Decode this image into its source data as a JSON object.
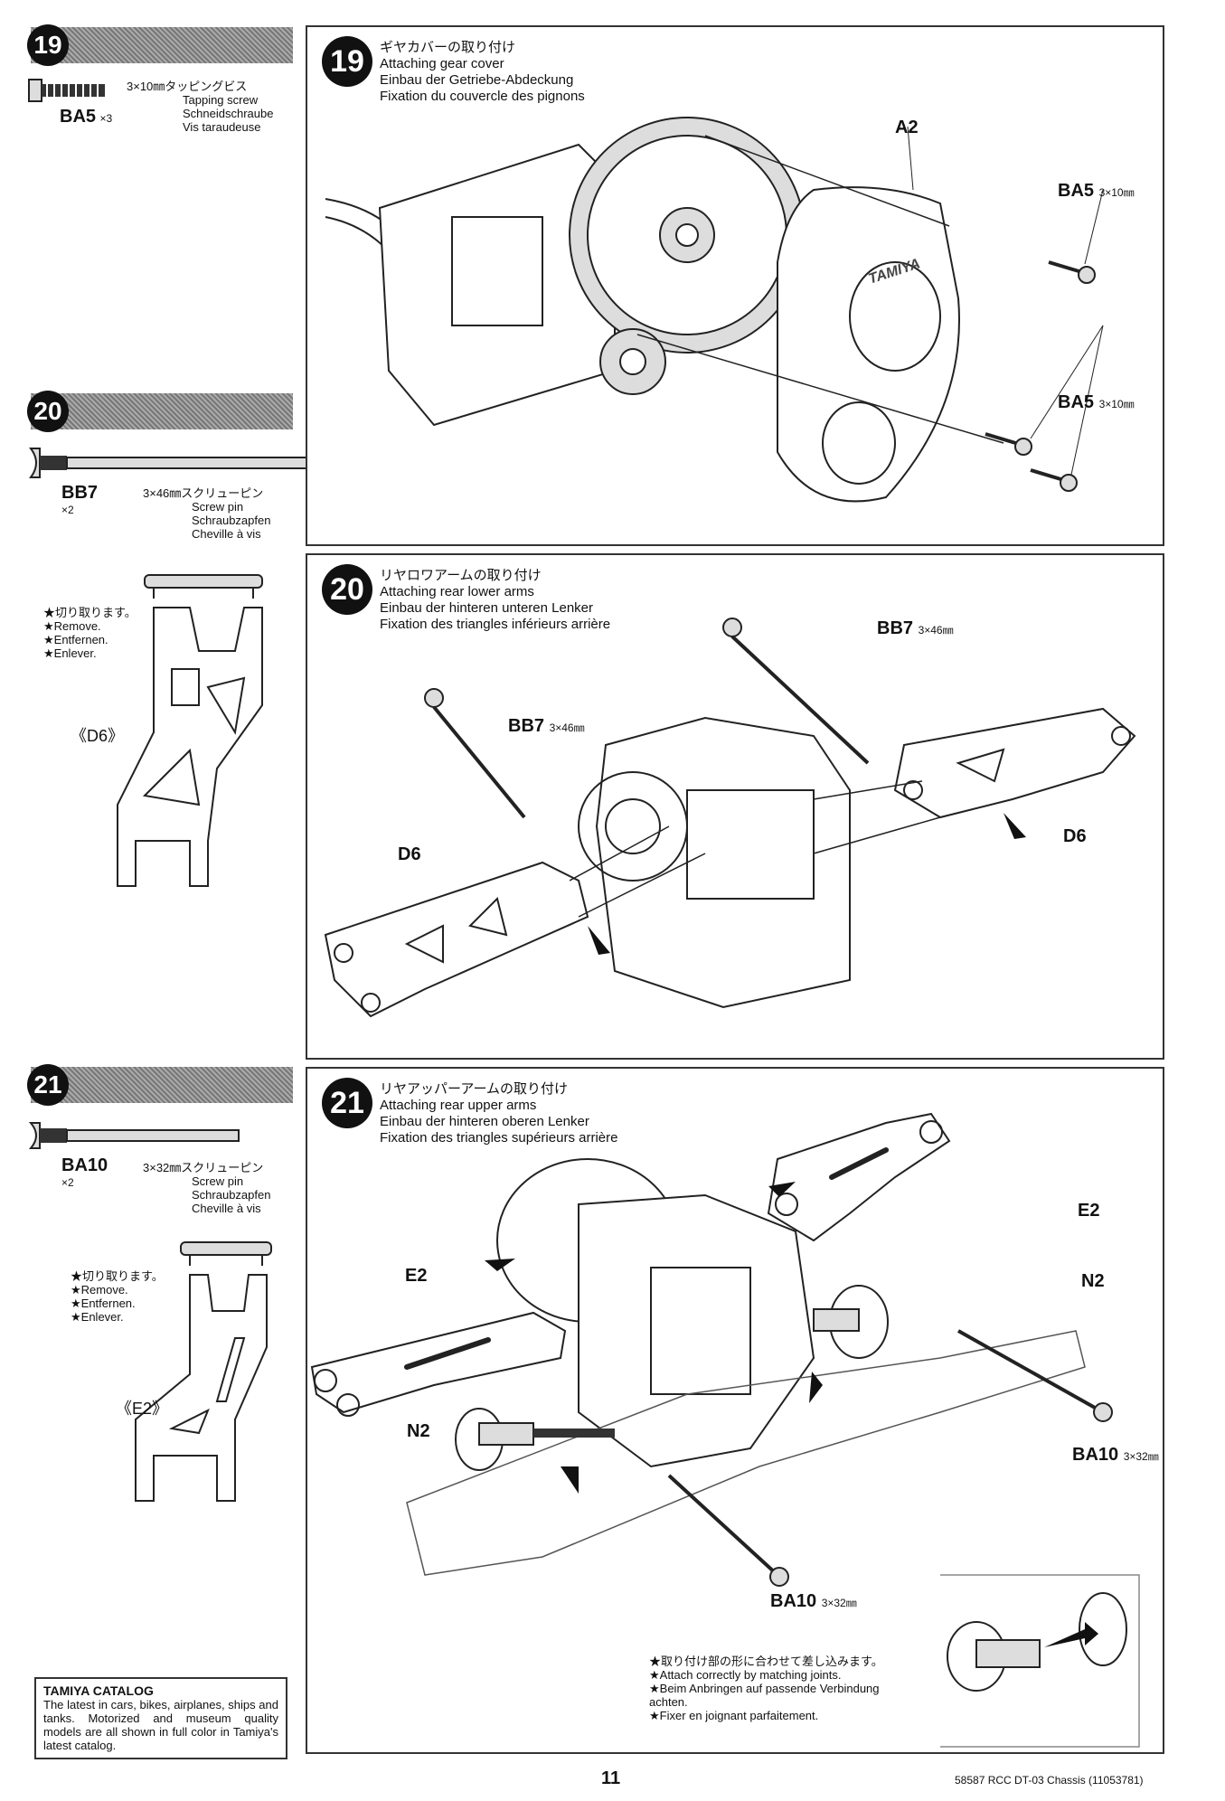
{
  "left_column": {
    "step19": {
      "number": "19",
      "part_code": "BA5",
      "qty": "×3",
      "desc_jp": "3×10㎜タッピングビス",
      "desc_en": "Tapping screw",
      "desc_de": "Schneidschraube",
      "desc_fr": "Vis taraudeuse"
    },
    "step20": {
      "number": "20",
      "part_code": "BB7",
      "qty": "×2",
      "desc_jp": "3×46㎜スクリューピン",
      "desc_en": "Screw pin",
      "desc_de": "Schraubzapfen",
      "desc_fr": "Cheville à vis",
      "note_jp": "★切り取ります。",
      "note_en": "★Remove.",
      "note_de": "★Entfernen.",
      "note_fr": "★Enlever.",
      "part_label": "《D6》"
    },
    "step21": {
      "number": "21",
      "part_code": "BA10",
      "qty": "×2",
      "desc_jp": "3×32㎜スクリューピン",
      "desc_en": "Screw pin",
      "desc_de": "Schraubzapfen",
      "desc_fr": "Cheville à vis",
      "note_jp": "★切り取ります。",
      "note_en": "★Remove.",
      "note_de": "★Entfernen.",
      "note_fr": "★Enlever.",
      "part_label": "《E2》"
    },
    "catalog": {
      "heading": "TAMIYA CATALOG",
      "body": "The latest in cars, bikes, airplanes, ships and tanks. Motorized and museum quality models are all shown in full color in Tamiya's latest catalog."
    }
  },
  "panels": {
    "p19": {
      "number": "19",
      "title_jp": "ギヤカバーの取り付け",
      "title_en": "Attaching gear cover",
      "title_de": "Einbau der Getriebe-Abdeckung",
      "title_fr": "Fixation du couvercle des pignons",
      "label_a2": "A2",
      "label_ba5_top": "BA5",
      "label_ba5_top_size": "3×10㎜",
      "label_ba5_bottom": "BA5",
      "label_ba5_bottom_size": "3×10㎜",
      "cover_logo": "TAMIYA"
    },
    "p20": {
      "number": "20",
      "title_jp": "リヤロワアームの取り付け",
      "title_en": "Attaching rear lower arms",
      "title_de": "Einbau der hinteren unteren Lenker",
      "title_fr": "Fixation des triangles inférieurs arrière",
      "label_bb7_right": "BB7",
      "label_bb7_right_size": "3×46㎜",
      "label_bb7_left": "BB7",
      "label_bb7_left_size": "3×46㎜",
      "label_d6_left": "D6",
      "label_d6_right": "D6"
    },
    "p21": {
      "number": "21",
      "title_jp": "リヤアッパーアームの取り付け",
      "title_en": "Attaching rear upper arms",
      "title_de": "Einbau der hinteren oberen Lenker",
      "title_fr": "Fixation des triangles supérieurs arrière",
      "label_e2_right": "E2",
      "label_e2_left": "E2",
      "label_n2_right": "N2",
      "label_n2_left": "N2",
      "label_ba10_right": "BA10",
      "label_ba10_right_size": "3×32㎜",
      "label_ba10_bottom": "BA10",
      "label_ba10_bottom_size": "3×32㎜",
      "note_jp": "★取り付け部の形に合わせて差し込みます。",
      "note_en": "★Attach correctly by matching joints.",
      "note_de": "★Beim Anbringen auf passende Verbindung achten.",
      "note_fr": "★Fixer en joignant parfaitement."
    }
  },
  "footer": {
    "page_number": "11",
    "doc_ref": "58587 RCC DT-03 Chassis (11053781)"
  }
}
